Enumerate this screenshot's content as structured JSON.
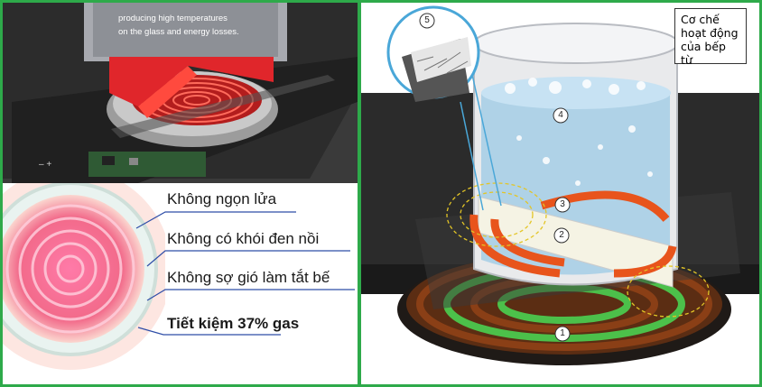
{
  "left_panel": {
    "top_caption_lines": [
      "producing high temperatures",
      "on the glass and energy losses."
    ],
    "benefits": [
      "Không ngọn lửa",
      "Không có khói đen nồi",
      "Không sợ gió làm tắt bế",
      "Tiết kiệm 37% gas"
    ],
    "colors": {
      "frame": "#2eaa4a",
      "coil": "#e0262b",
      "glass": "#333333"
    }
  },
  "right_panel": {
    "title_lines": [
      "Cơ chế",
      "hoạt động",
      "của bếp từ"
    ],
    "labels": [
      "1",
      "2",
      "3",
      "4",
      "5"
    ],
    "colors": {
      "coil_outer": "#e8541c",
      "coil_base": "#4cc04a",
      "water": "#a9cfe7"
    }
  }
}
